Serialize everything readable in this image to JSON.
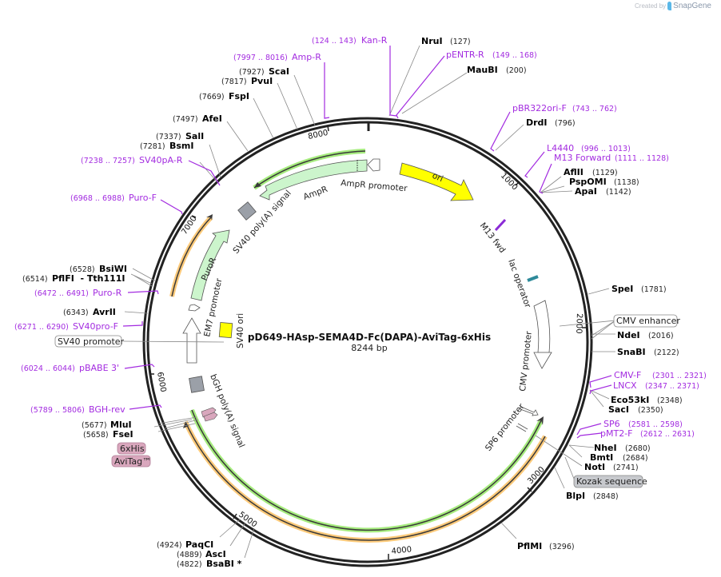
{
  "credit": {
    "text": "Created by",
    "brand": "SnapGene"
  },
  "plasmid": {
    "name": "pD649-HAsp-SEMA4D-Fc(DAPA)-AviTag-6xHis",
    "length_label": "8244 bp",
    "length": 8244
  },
  "ticks": [
    {
      "label": "1000"
    },
    {
      "label": "2000"
    },
    {
      "label": "3000"
    },
    {
      "label": "4000"
    },
    {
      "label": "5000"
    },
    {
      "label": "6000"
    },
    {
      "label": "7000"
    },
    {
      "label": "8000"
    }
  ],
  "enzymes": [
    {
      "name": "NruI",
      "pos": "(127)"
    },
    {
      "name": "MauBI",
      "pos": "(200)"
    },
    {
      "name": "DrdI",
      "pos": "(796)"
    },
    {
      "name": "AflII",
      "pos": "(1129)"
    },
    {
      "name": "PspOMI",
      "pos": "(1138)"
    },
    {
      "name": "ApaI",
      "pos": "(1142)"
    },
    {
      "name": "SpeI",
      "pos": "(1781)"
    },
    {
      "name": "NdeI",
      "pos": "(2016)"
    },
    {
      "name": "SnaBI",
      "pos": "(2122)"
    },
    {
      "name": "Eco53kI",
      "pos": "(2348)"
    },
    {
      "name": "SacI",
      "pos": "(2350)"
    },
    {
      "name": "NheI",
      "pos": "(2680)"
    },
    {
      "name": "BmtI",
      "pos": "(2684)"
    },
    {
      "name": "NotI",
      "pos": "(2741)"
    },
    {
      "name": "BlpI",
      "pos": "(2848)"
    },
    {
      "name": "PflMI",
      "pos": "(3296)"
    },
    {
      "name": "PaqCI",
      "pos": "(4924)"
    },
    {
      "name": "AscI",
      "pos": "(4889)"
    },
    {
      "name": "BsaBI *",
      "pos": "(4822)"
    },
    {
      "name": "FseI",
      "pos": "(5658)"
    },
    {
      "name": "MluI",
      "pos": "(5677)"
    },
    {
      "name": "AvrII",
      "pos": "(6343)"
    },
    {
      "name": "PflFI  - Tth111I",
      "pos": "(6514)"
    },
    {
      "name": "BsiWI",
      "pos": "(6528)"
    },
    {
      "name": "BsmI",
      "pos": "(7281)"
    },
    {
      "name": "SalI",
      "pos": "(7337)"
    },
    {
      "name": "AfeI",
      "pos": "(7497)"
    },
    {
      "name": "FspI",
      "pos": "(7669)"
    },
    {
      "name": "PvuI",
      "pos": "(7817)"
    },
    {
      "name": "ScaI",
      "pos": "(7927)"
    }
  ],
  "primers": [
    {
      "name": "Kan-R",
      "range": "(124 .. 143)"
    },
    {
      "name": "pENTR-R",
      "range": "(149 .. 168)"
    },
    {
      "name": "pBR322ori-F",
      "range": "(743 .. 762)"
    },
    {
      "name": "L4440",
      "range": "(996 .. 1013)"
    },
    {
      "name": "M13 Forward",
      "range": "(1111 .. 1128)"
    },
    {
      "name": "CMV-F",
      "range": "(2301 .. 2321)"
    },
    {
      "name": "LNCX",
      "range": "(2347 .. 2371)"
    },
    {
      "name": "SP6",
      "range": "(2581 .. 2598)"
    },
    {
      "name": "pMT2-F",
      "range": "(2612 .. 2631)"
    },
    {
      "name": "BGH-rev",
      "range": "(5789 .. 5806)"
    },
    {
      "name": "pBABE 3'",
      "range": "(6024 .. 6044)"
    },
    {
      "name": "SV40pro-F",
      "range": "(6271 .. 6290)"
    },
    {
      "name": "Puro-R",
      "range": "(6472 .. 6491)"
    },
    {
      "name": "Puro-F",
      "range": "(6968 .. 6988)"
    },
    {
      "name": "SV40pA-R",
      "range": "(7238 .. 7257)"
    },
    {
      "name": "Amp-R",
      "range": "(7997 .. 8016)"
    }
  ],
  "features": {
    "ori": "ori",
    "m13_fwd": "M13 fwd",
    "lac_operator": "lac operator",
    "cmv_promoter": "CMV promoter",
    "sp6_promoter": "SP6 promoter",
    "bgh_polya": "bGH poly(A) signal",
    "sv40_ori": "SV40 ori",
    "em7_promoter": "EM7 promoter",
    "puror": "PuroR",
    "sv40_polya": "SV40 poly(A) signal",
    "ampr": "AmpR",
    "ampr_promoter": "AmpR promoter"
  },
  "boxed_labels": {
    "cmv_enhancer": "CMV enhancer",
    "kozak": "Kozak sequence",
    "sv40_promoter": "SV40 promoter",
    "his6": "6xHis",
    "avitag": "AviTag™"
  },
  "colors": {
    "backbone": "#222222",
    "enzyme_line": "#888888",
    "primer": "#a32ce0",
    "ori": "#ffff00",
    "marker": "#ccf5cc",
    "orf_green_glow": "#a6ec7e",
    "orf_orange_glow": "#fdca7a",
    "polya": "#9ba0a8",
    "sv40_ori": "#ffff00",
    "lac_operator": "#2e8a9a",
    "m13": "#8b2bd6",
    "tag": "#d9a7bd"
  }
}
